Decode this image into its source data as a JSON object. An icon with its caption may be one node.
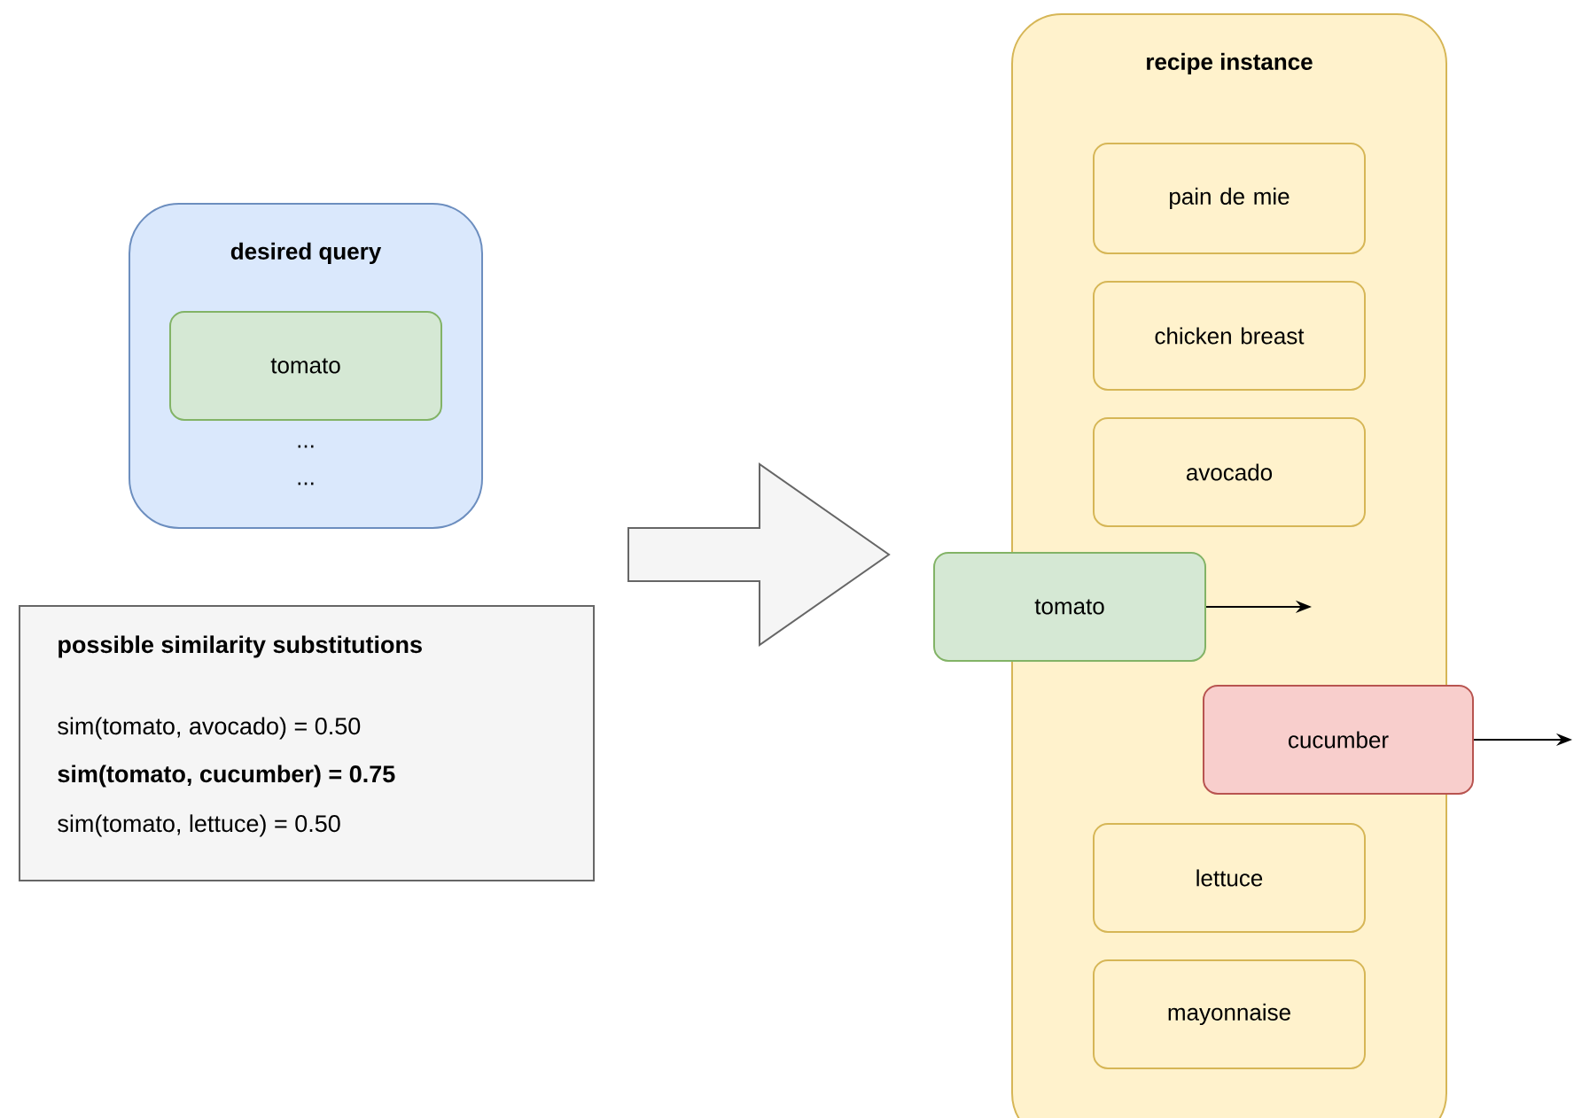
{
  "diagram": {
    "nodes": [
      {
        "text": [
          "desired query",
          "...",
          "..."
        ]
      },
      {
        "text": [
          "tomato"
        ],
        "in": 0
      },
      {
        "text": [
          "possible similarity substitutions",
          "sim(tomato, avocado) = 0.50",
          "sim(tomato, cucumber) = 0.75",
          "sim(tomato, lettuce) = 0.50"
        ]
      },
      {
        "text": [
          "recipe instance"
        ]
      },
      {
        "text": [
          "pain de mie"
        ],
        "in": 3
      },
      {
        "text": [
          "chicken breast"
        ],
        "in": 3
      },
      {
        "text": [
          "avocado"
        ],
        "in": 3
      },
      {
        "text": [
          "tomato"
        ]
      },
      {
        "text": [
          "cucumber"
        ]
      },
      {
        "text": [
          "lettuce"
        ],
        "in": 3
      },
      {
        "text": [
          "mayonnaise"
        ],
        "in": 3
      }
    ],
    "edges": [
      {
        "from": 2,
        "to": 7,
        "arrow": "to",
        "style": "thick",
        "color": "#666666"
      },
      {
        "from": 7,
        "to": null,
        "arrow": "to"
      },
      {
        "from": 8,
        "to": null,
        "arrow": "to"
      }
    ]
  }
}
